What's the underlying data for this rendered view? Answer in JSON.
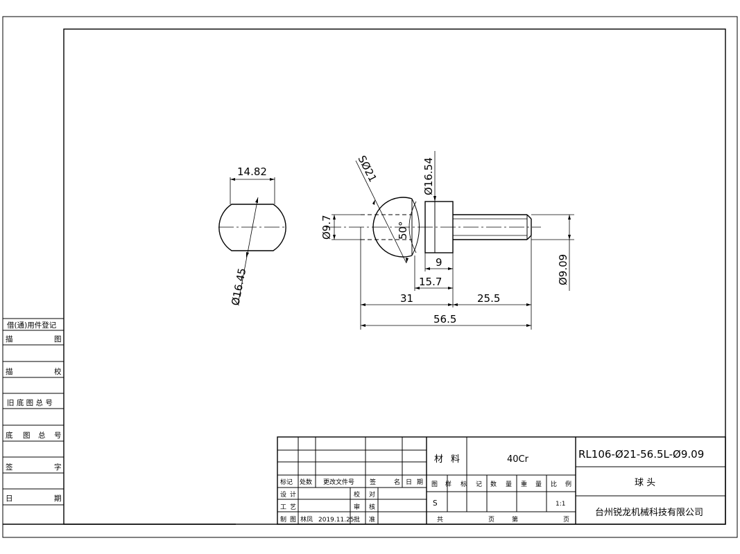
{
  "dimensions": {
    "width_flat": "14.82",
    "dia_sphere_side": "Ø16.45",
    "sphere": "SØ21",
    "dia_neck": "Ø16.54",
    "dia_bore": "Ø9.7",
    "angle": "50°",
    "len_9": "9",
    "len_15_7": "15.7",
    "len_31": "31",
    "len_25_5": "25.5",
    "len_total": "56.5",
    "dia_pin": "Ø9.09"
  },
  "side_panel": {
    "title": "借(通)用件登记",
    "r1": [
      "描",
      "图"
    ],
    "r2": [
      "描",
      "校"
    ],
    "r3": "旧 底 图 总 号",
    "r4": [
      "底",
      "图",
      "总",
      "号"
    ],
    "r5": [
      "签",
      "字"
    ],
    "r6": [
      "日",
      "期"
    ]
  },
  "title_block": {
    "rev_headers": [
      "标记",
      "处数",
      "更改文件号",
      "签",
      "名",
      "日",
      "期"
    ],
    "design": [
      "设",
      "计"
    ],
    "check": [
      "校",
      "对"
    ],
    "process": [
      "工",
      "艺"
    ],
    "review": [
      "审",
      "核"
    ],
    "drawn": [
      "制",
      "图"
    ],
    "drawn_name": "林凤",
    "drawn_date": "2019.11.25",
    "approve": [
      "批",
      "准"
    ],
    "material_label": [
      "材",
      "料"
    ],
    "material_value": "40Cr",
    "part_number": "RL106-Ø21-56.5L-Ø9.09",
    "part_name": "球 头",
    "company": "台州锐龙机械科技有限公司",
    "meta_headers": [
      "图",
      "样",
      "标",
      "记",
      "数",
      "量",
      "重",
      "量",
      "比",
      "例"
    ],
    "mark_value": "S",
    "scale_value": "1:1",
    "sheets": [
      "共",
      "页",
      "第",
      "页"
    ]
  }
}
